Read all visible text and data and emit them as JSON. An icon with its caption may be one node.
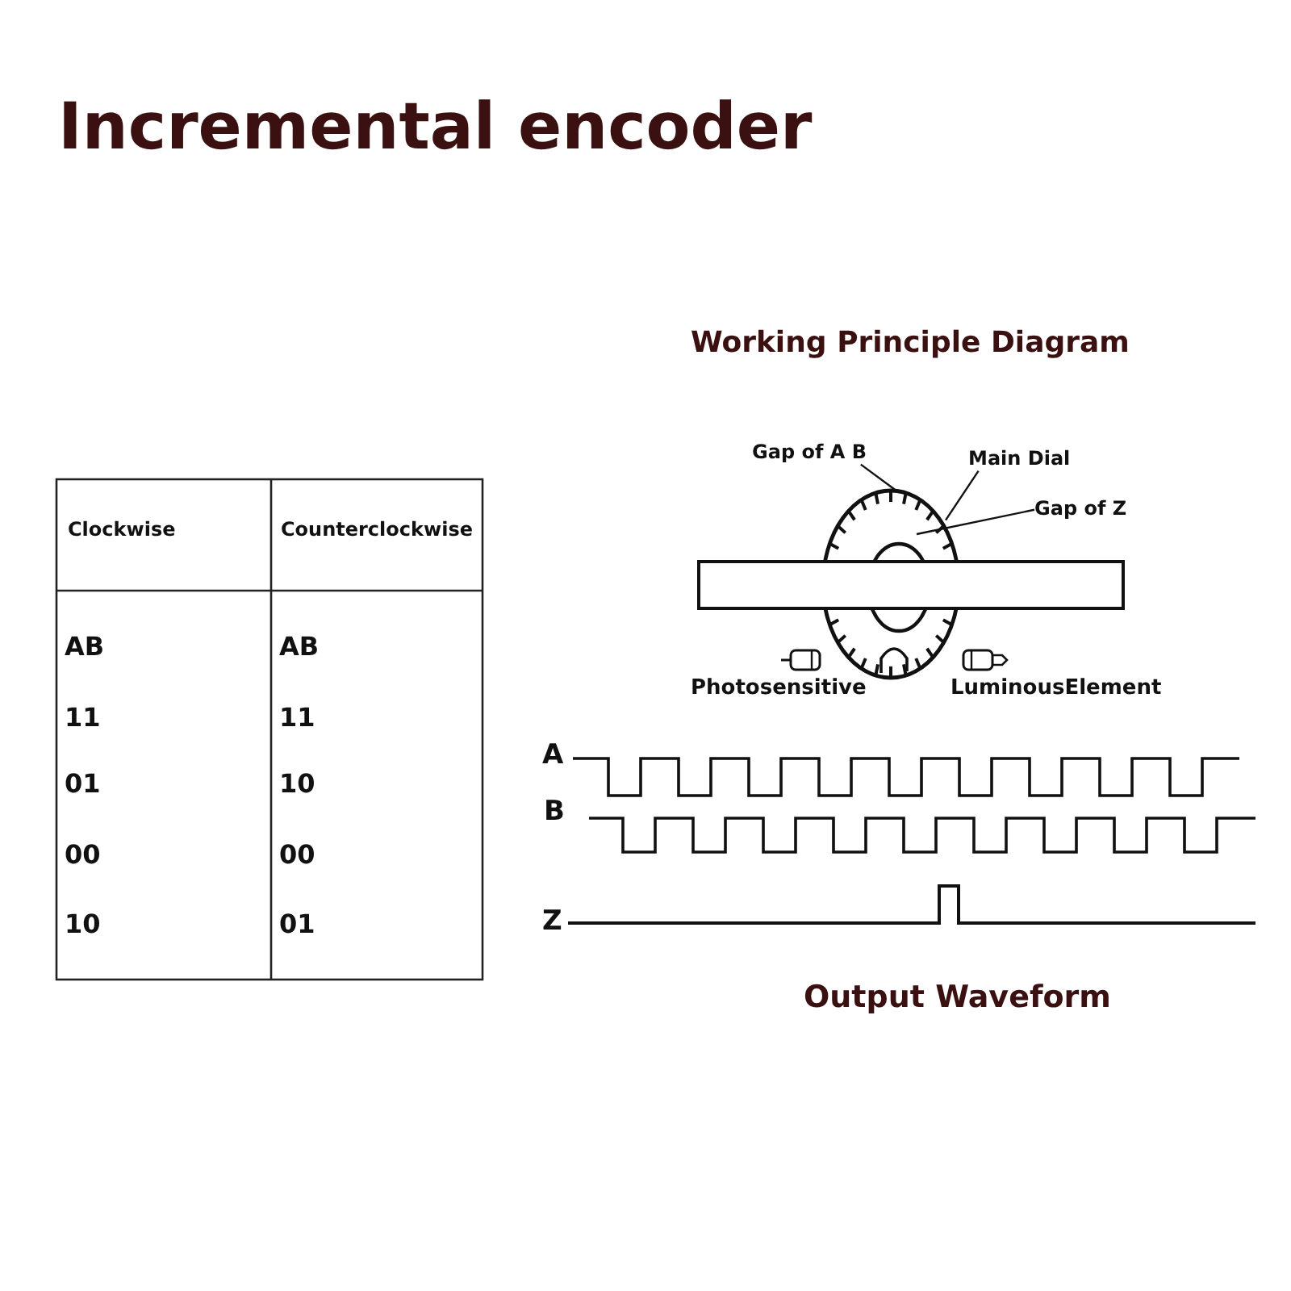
{
  "diagram": {
    "title": "Incremental encoder",
    "nodes": [
      {
        "text": [
          "Gap of A B"
        ]
      },
      {
        "text": [
          "Main Dial"
        ]
      },
      {
        "text": [
          "Gap of Z"
        ]
      },
      {
        "text": [],
        "shape": "picture"
      }
    ],
    "edges": [
      {
        "from": 0,
        "to": 3,
        "arrow": "none"
      },
      {
        "from": 1,
        "to": 3,
        "arrow": "none"
      },
      {
        "from": 2,
        "to": 3,
        "arrow": "none"
      }
    ],
    "labels": [
      "Working Principle Diagram",
      "Photosensitive",
      "LuminousElement",
      "Clockwise",
      "Counterclockwise",
      "AB",
      "AB",
      "11",
      "11",
      "01",
      "10",
      "00",
      "00",
      "10",
      "01",
      "A",
      "B",
      "Z",
      "Output Waveform"
    ]
  }
}
